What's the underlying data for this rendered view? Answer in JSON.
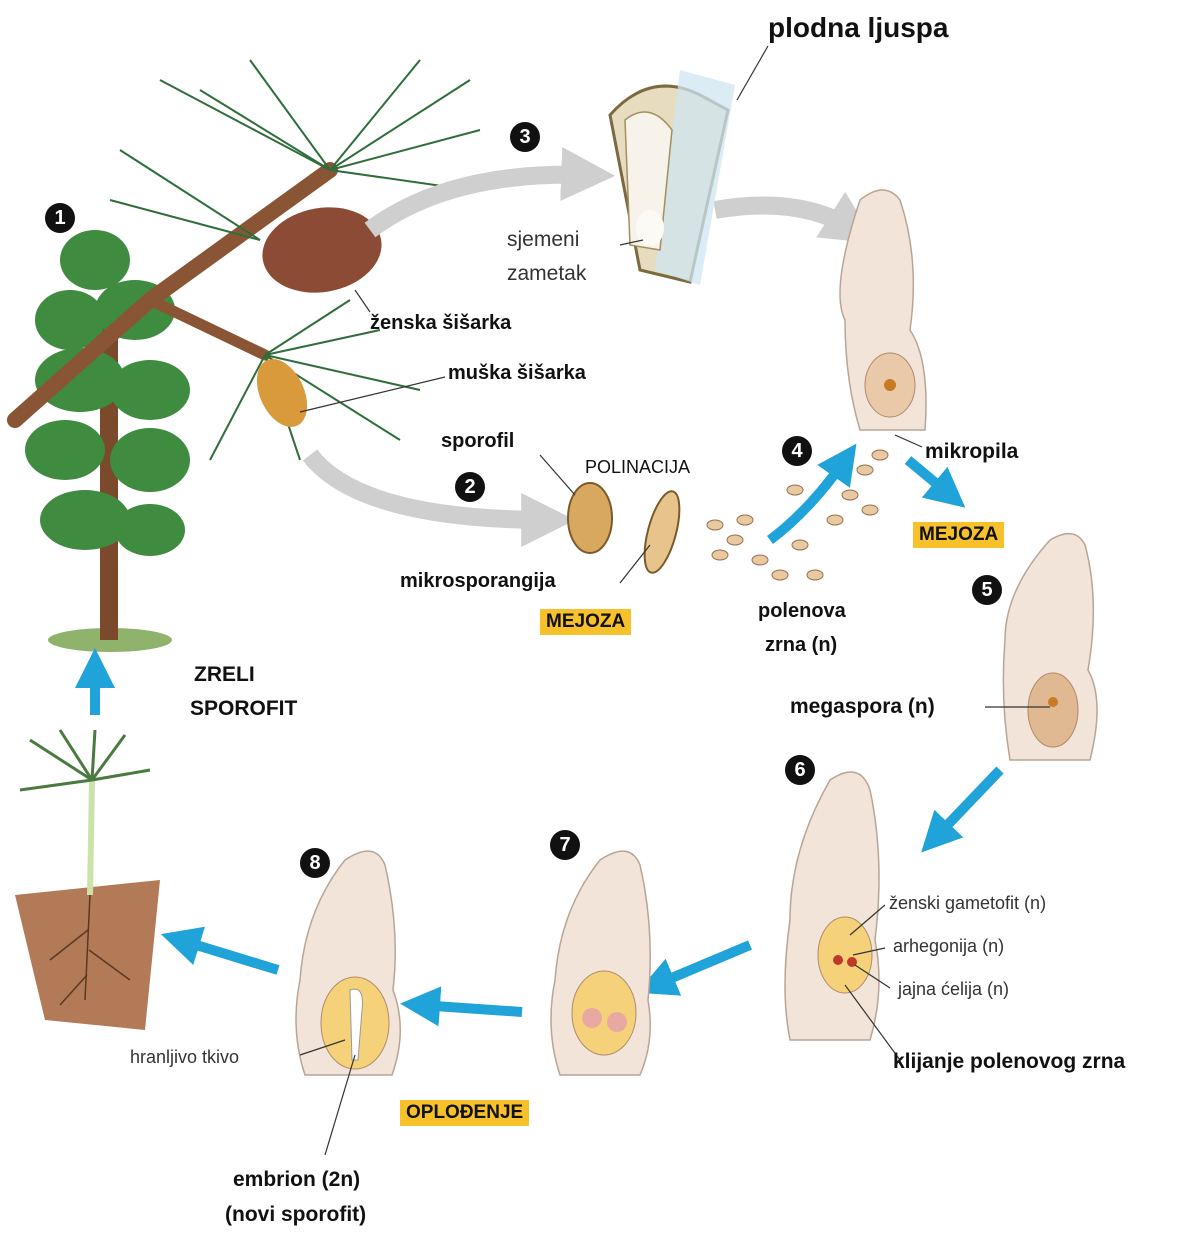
{
  "steps": [
    "1",
    "2",
    "3",
    "4",
    "5",
    "6",
    "7",
    "8"
  ],
  "labels": {
    "plodna_ljuspa": "plodna ljuspa",
    "sjemeni": "sjemeni",
    "zametak": "zametak",
    "zenska_sisarka": "ženska šišarka",
    "muska_sisarka": "muška šišarka",
    "sporofil": "sporofil",
    "polinacija": "POLINACIJA",
    "mikrosporangija": "mikrosporangija",
    "mejoza_1": "MEJOZA",
    "mejoza_2": "MEJOZA",
    "polenova": "polenova",
    "zrna": "zrna (n)",
    "mikropila": "mikropila",
    "megaspora": "megaspora (n)",
    "zenski_gametofit": "ženski gametofit (n)",
    "arhegonija": "arhegonija (n)",
    "jajna_celija": "jajna ćelija (n)",
    "klijanje": "klijanje polenovog zrna",
    "oplodjenje": "OPLOĐENJE",
    "hranljivo_tkivo": "hranljivo tkivo",
    "embrion": "embrion (2n)",
    "novi_sporofit": "(novi sporofit)",
    "zreli": "ZRELI",
    "sporofit": "SPOROFIT"
  },
  "colors": {
    "arrow_blue": "#1fa3d8",
    "arrow_gray": "#cfcfcf",
    "highlight": "#f6c12b",
    "ovule_skin": "#f2e4d8",
    "gametophyte": "#f5d27a"
  }
}
